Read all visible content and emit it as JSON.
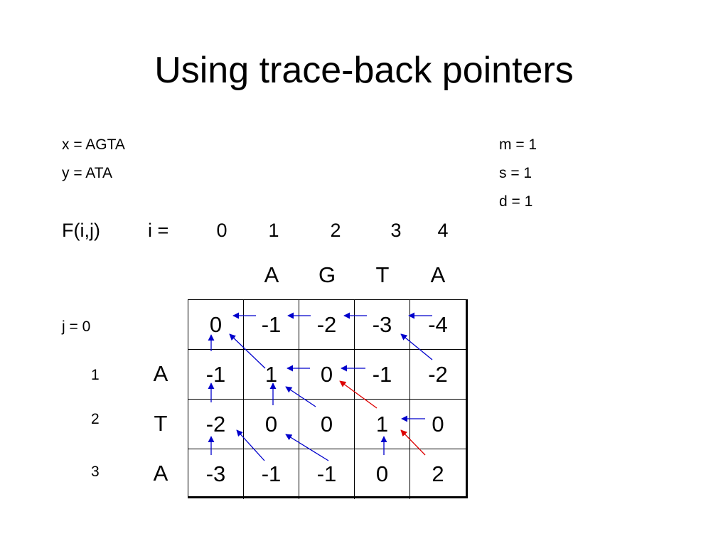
{
  "title": "Using trace-back pointers",
  "params_left": [
    "x = AGTA",
    "y = ATA"
  ],
  "params_right": [
    "m =  1",
    "s  = 1",
    "d  = 1"
  ],
  "header": {
    "f_label": "F(i,j)",
    "i_label": "i  =",
    "i_values": [
      "0",
      "1",
      "2",
      "3",
      "4"
    ],
    "x_letters": [
      "A",
      "G",
      "T",
      "A"
    ]
  },
  "rows": {
    "j_labels": [
      "j = 0",
      "1",
      "2",
      "3"
    ],
    "y_letters": [
      "A",
      "T",
      "A"
    ]
  },
  "matrix": [
    [
      "0",
      "-1",
      "-2",
      "-3",
      "-4"
    ],
    [
      "-1",
      "1",
      "0",
      "-1",
      "-2"
    ],
    [
      "-2",
      "0",
      "0",
      "1",
      "0"
    ],
    [
      "-3",
      "-1",
      "-1",
      "0",
      "2"
    ]
  ],
  "colors": {
    "pointer": "#0000cc",
    "traceback": "#dd0000"
  }
}
